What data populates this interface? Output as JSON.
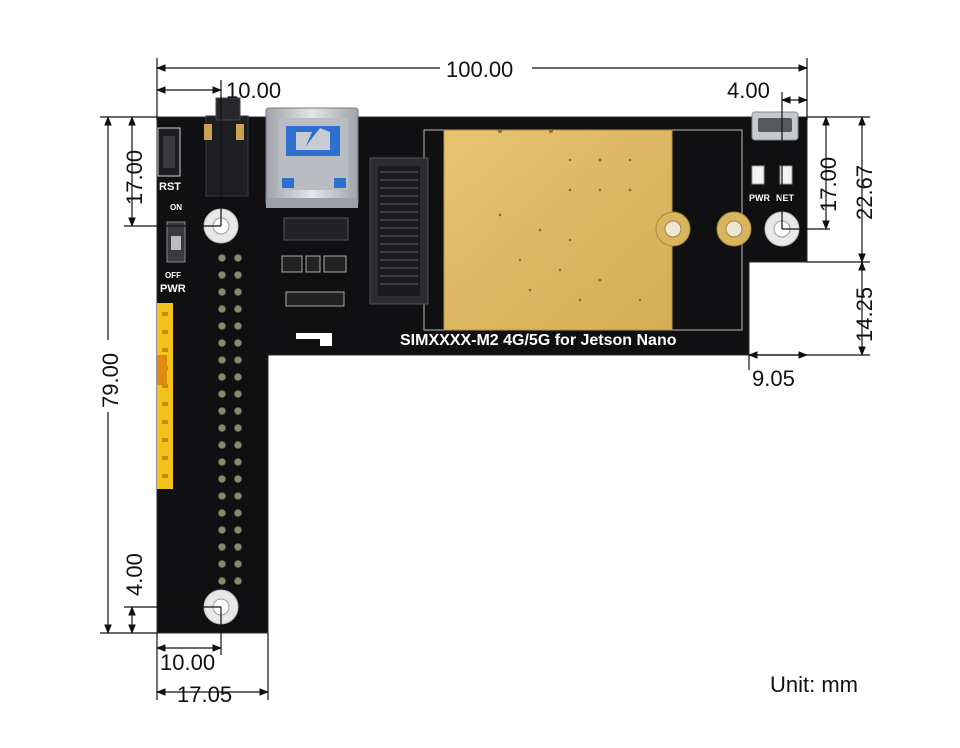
{
  "unit_label": "Unit: mm",
  "board_title": "SIMXXXX-M2 4G/5G for Jetson Nano",
  "silk": {
    "rst": "RST",
    "on": "ON",
    "off": "OFF",
    "pwr_switch": "PWR",
    "pwr_led": "PWR",
    "net_led": "NET"
  },
  "dimensions": {
    "total_width": "100.00",
    "left_hole_x": "10.00",
    "right_hole_inset": "4.00",
    "left_top_height": "17.00",
    "total_height": "79.00",
    "bottom_hole_y": "4.00",
    "bottom_hole_x": "10.00",
    "stem_width": "17.05",
    "right_hole_y": "17.00",
    "right_top_height": "22.67",
    "notch_height": "14.25",
    "notch_width": "9.05"
  },
  "colors": {
    "pcb": "#101012",
    "gold": "#e0bb62",
    "dim_line": "#111111",
    "header_pin": "#8a8a6a",
    "yellow_header": "#f3c21b"
  }
}
